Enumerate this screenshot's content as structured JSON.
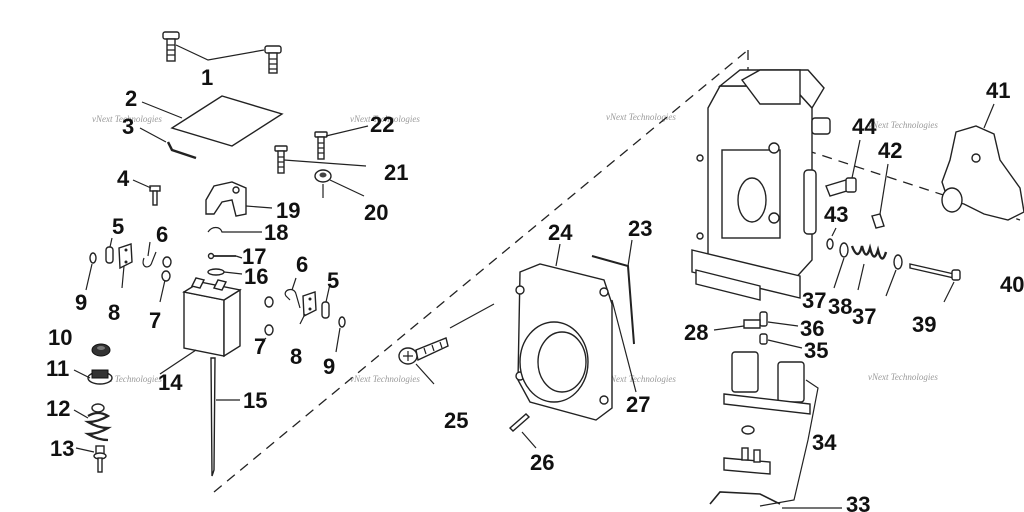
{
  "diagram": {
    "callouts": {
      "c1": "1",
      "c2": "2",
      "c3": "3",
      "c4": "4",
      "c5a": "5",
      "c5b": "5",
      "c6a": "6",
      "c6b": "6",
      "c7a": "7",
      "c7b": "7",
      "c8a": "8",
      "c8b": "8",
      "c9a": "9",
      "c9b": "9",
      "c10": "10",
      "c11": "11",
      "c12": "12",
      "c13": "13",
      "c14": "14",
      "c15": "15",
      "c16": "16",
      "c17": "17",
      "c18": "18",
      "c19": "19",
      "c20": "20",
      "c21": "21",
      "c22": "22",
      "c23": "23",
      "c24": "24",
      "c25": "25",
      "c26": "26",
      "c27": "27",
      "c28": "28",
      "c33": "33",
      "c34": "34",
      "c35": "35",
      "c36": "36",
      "c37a": "37",
      "c37b": "37",
      "c38": "38",
      "c39": "39",
      "c40": "40",
      "c41": "41",
      "c42": "42",
      "c43": "43",
      "c44": "44"
    },
    "watermark": "vNext Technologies"
  }
}
